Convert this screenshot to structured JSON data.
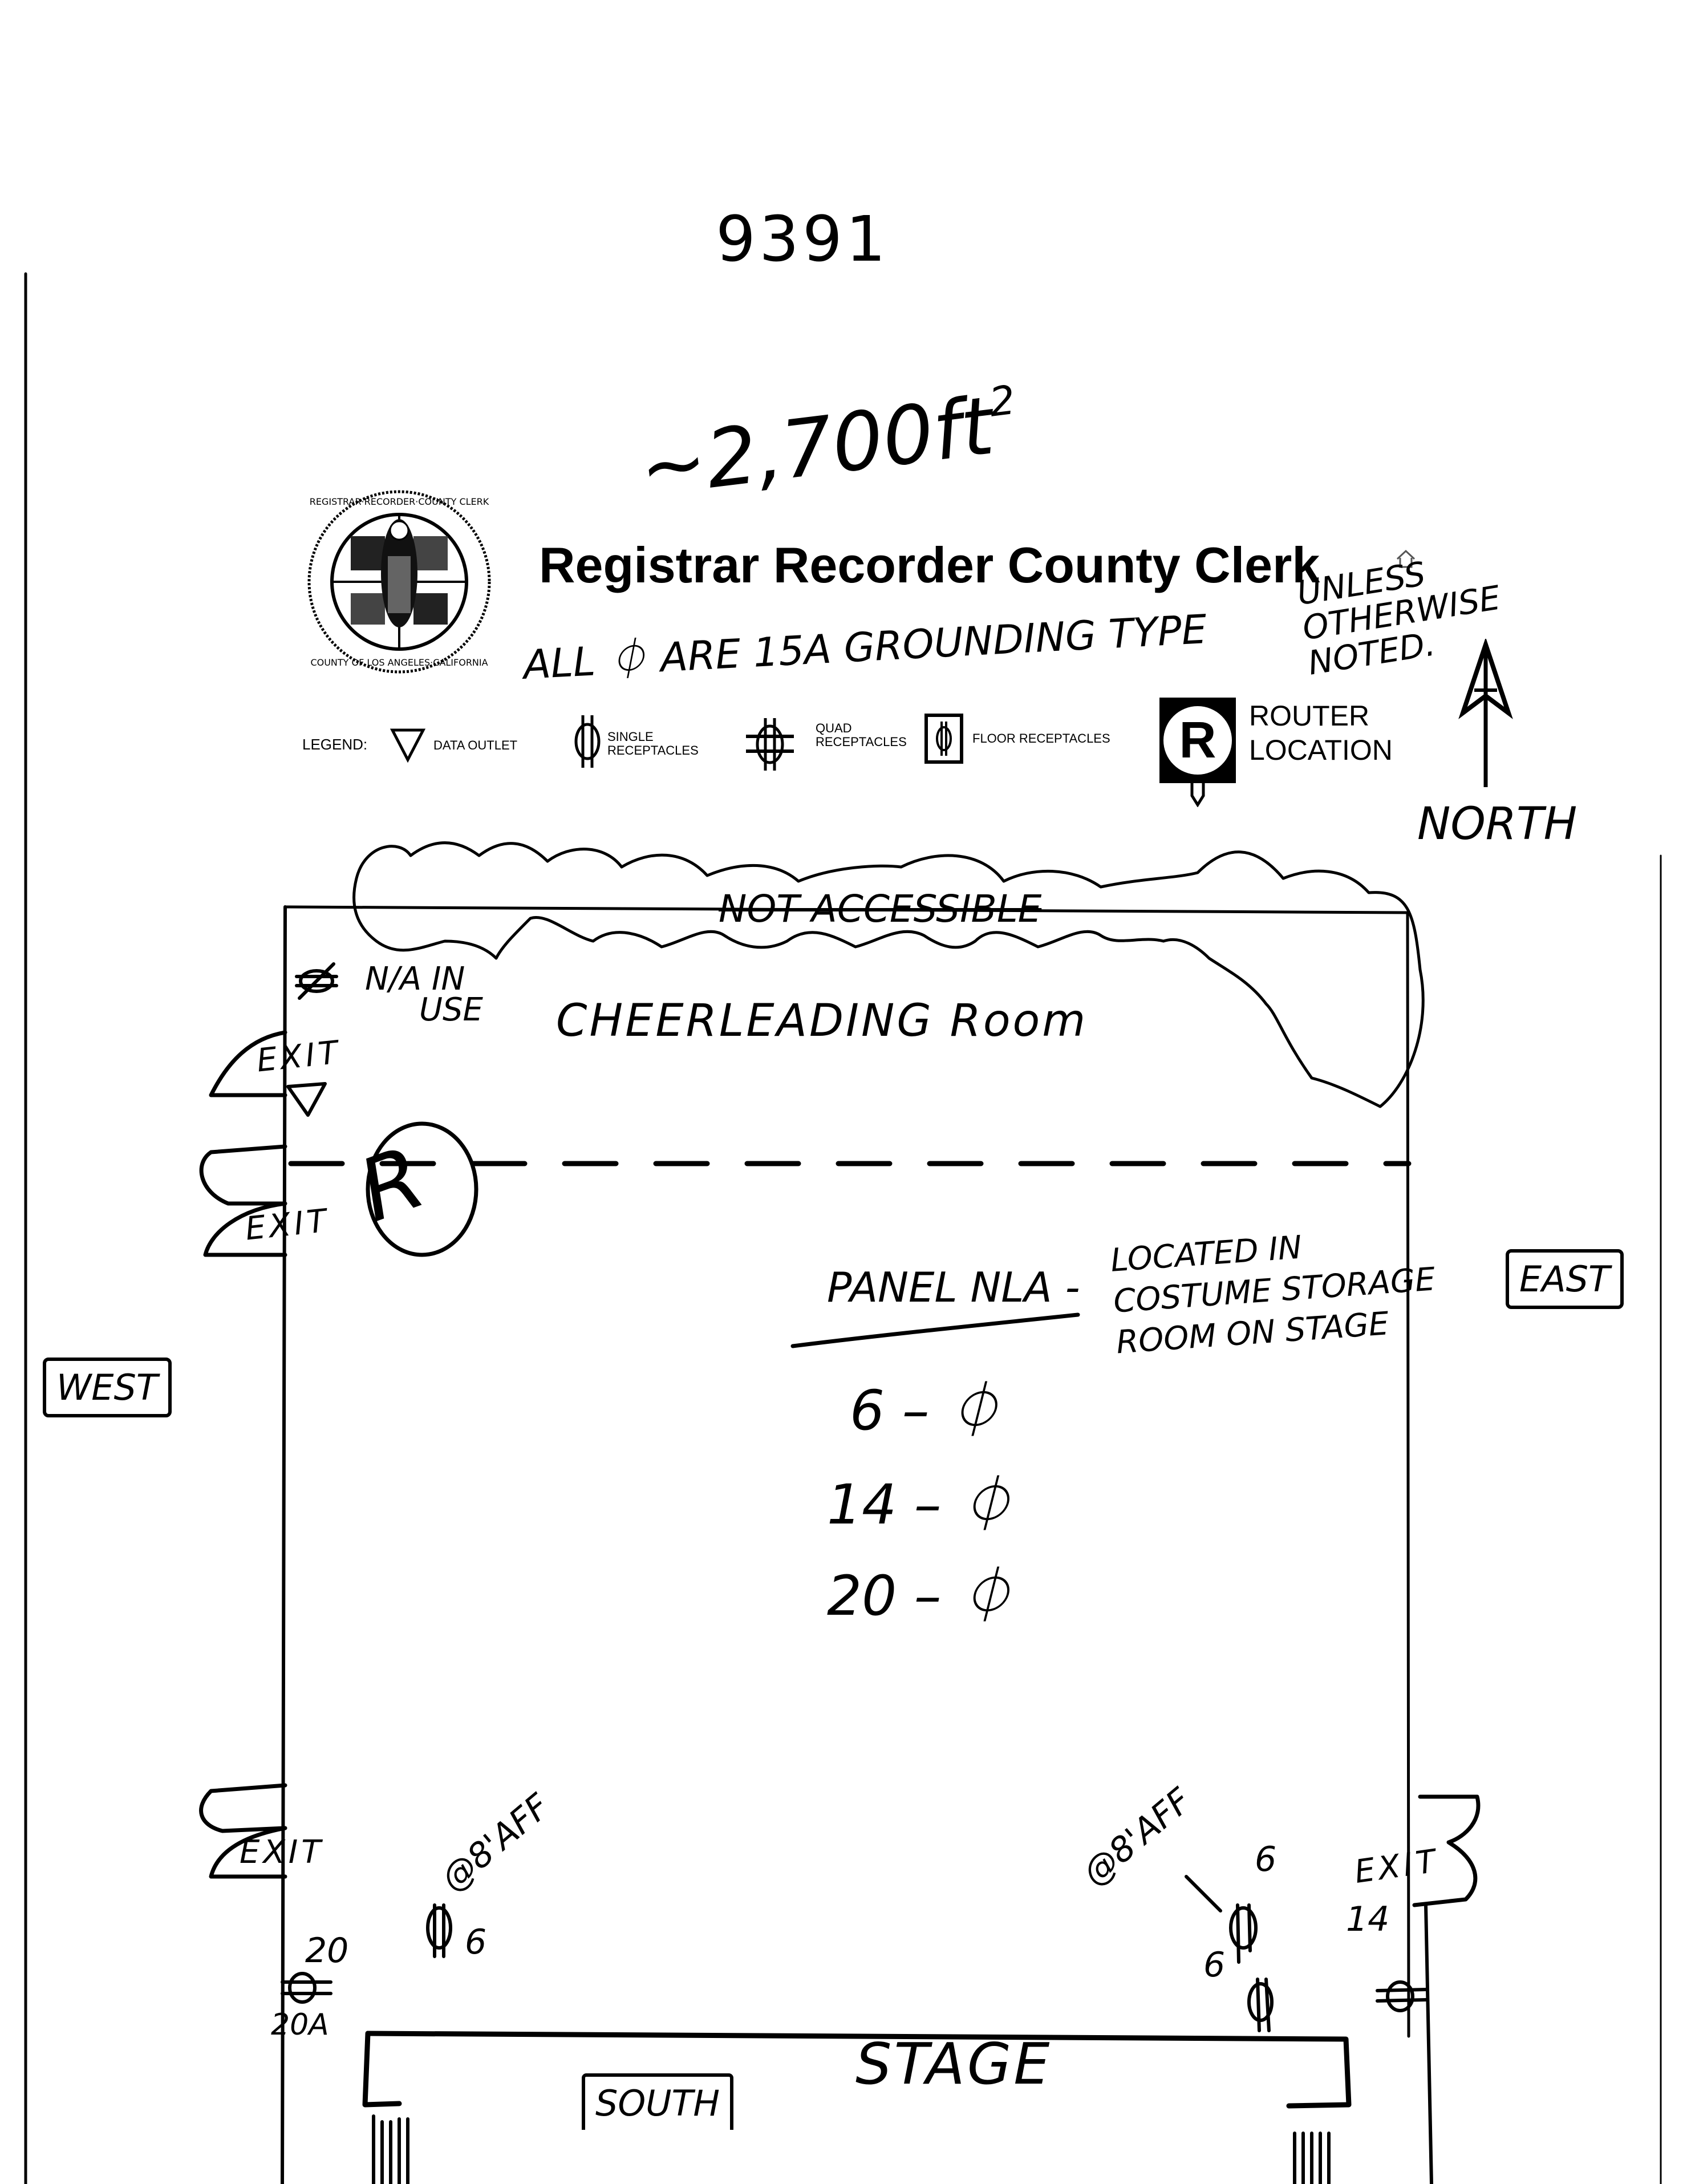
{
  "document": {
    "page_number": "9391",
    "area_approx": "~2,700ft",
    "area_superscript": "2",
    "organization": "Registrar Recorder County Clerk",
    "seal_text": "REGISTRAR RECORDER COUNTY CLERK · COUNTY OF LOS ANGELES · CALIFORNIA",
    "general_note": "ALL ⏀ ARE 15A GROUNDING TYPE",
    "general_note_tail": "UNLESS OTHERWISE NOTED."
  },
  "legend": {
    "label": "LEGEND:",
    "items": [
      {
        "icon": "triangle-data-outlet-icon",
        "text": "DATA OUTLET"
      },
      {
        "icon": "single-receptacle-icon",
        "text": "SINGLE RECEPTACLES"
      },
      {
        "icon": "quad-receptacle-icon",
        "text": "QUAD RECEPTACLES"
      },
      {
        "icon": "floor-receptacle-icon",
        "text": "FLOOR RECEPTACLES"
      },
      {
        "icon": "router-location-icon",
        "glyph": "R",
        "text_line1": "ROUTER",
        "text_line2": "LOCATION"
      }
    ]
  },
  "compass": {
    "label": "NORTH"
  },
  "plan": {
    "not_accessible_label": "NOT ACCESSIBLE",
    "not_in_use_label_line1": "N/A IN",
    "not_in_use_label_line2": "USE",
    "room_name": "CHEERLEADING Room",
    "router_glyph": "R",
    "exits": [
      "EXIT",
      "EXIT",
      "EXIT",
      "EXIT"
    ],
    "directions": {
      "west": "WEST",
      "east": "EAST",
      "south": "SOUTH"
    },
    "stage_label": "STAGE",
    "panel": {
      "title": "PANEL NLA",
      "dash": "-",
      "location_line1": "LOCATED IN",
      "location_line2": "COSTUME STORAGE",
      "location_line3": "ROOM ON STAGE",
      "circuits": [
        {
          "number": "6",
          "symbol": "⏀"
        },
        {
          "number": "14",
          "symbol": "⏀"
        },
        {
          "number": "20",
          "symbol": "⏀"
        }
      ]
    },
    "annotations": {
      "west_circuit": "20",
      "west_mount": "@8'AFF",
      "west_mount_circuit": "6",
      "west_floor_circuit": "20A",
      "east_mount": "@8'AFF",
      "east_mount_circuit": "6",
      "east_lower_circuit": "6",
      "east_wall_circuit": "14"
    }
  }
}
